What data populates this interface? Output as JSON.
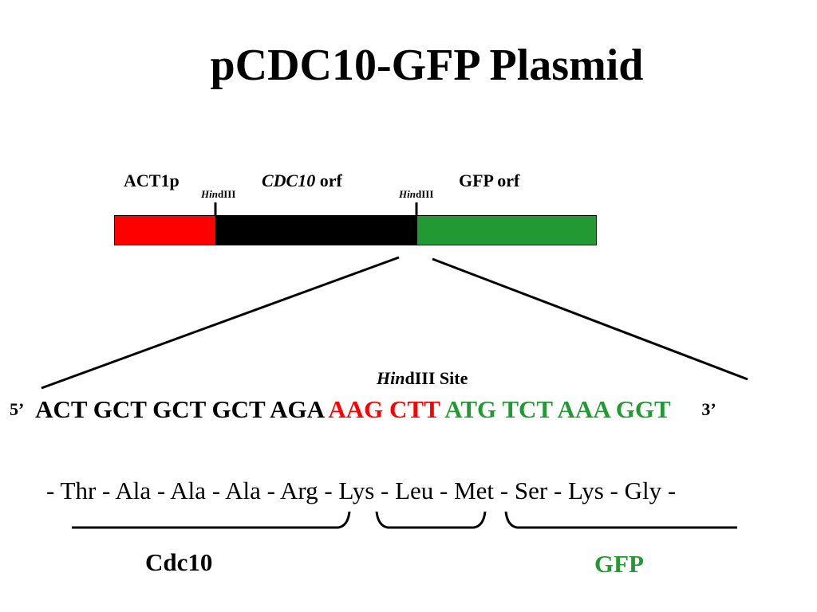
{
  "title": "pCDC10-GFP Plasmid",
  "map": {
    "segments": [
      {
        "label": "ACT1p",
        "color": "#ff0000"
      },
      {
        "label_italic": "CDC10",
        "label_rest": " orf",
        "color": "#000000"
      },
      {
        "label": "GFP orf",
        "color": "#229933"
      }
    ],
    "sites": [
      {
        "italic": "Hin",
        "rest": "dIII"
      },
      {
        "italic": "Hin",
        "rest": "dIII"
      }
    ]
  },
  "sequence": {
    "site_label_italic": "Hin",
    "site_label_rest": "dIII Site",
    "five_prime": "5’",
    "three_prime": "3’",
    "cdc10_part": "ACT GCT GCT GCT AGA",
    "site_part": "AAG CTT",
    "gfp_part": "ATG TCT AAA GGT",
    "site_color": "#ff0000",
    "gfp_color": "#229933"
  },
  "translation": {
    "residues": "- Thr - Ala - Ala - Ala - Arg - Lys - Leu - Met - Ser - Lys - Gly -"
  },
  "groups": {
    "cdc10_label": "Cdc10",
    "gfp_label": "GFP",
    "gfp_color": "#229933"
  }
}
